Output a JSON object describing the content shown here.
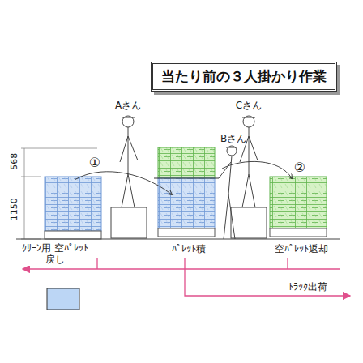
{
  "diagram": {
    "nodes": [
      {
        "text": [
          "当たり前の３人掛かり作業"
        ]
      }
    ],
    "labels": [
      "Aさん",
      "Cさん",
      "Bさん",
      "568",
      "1150",
      "①",
      "②",
      "ｸﾘｰﾝ用 空ﾊﾟﾚｯﾄ戻し",
      "ﾊﾟﾚｯﾄ積",
      "空ﾊﾟﾚｯﾄ返却",
      "ﾄﾗｯｸ出荷"
    ]
  }
}
